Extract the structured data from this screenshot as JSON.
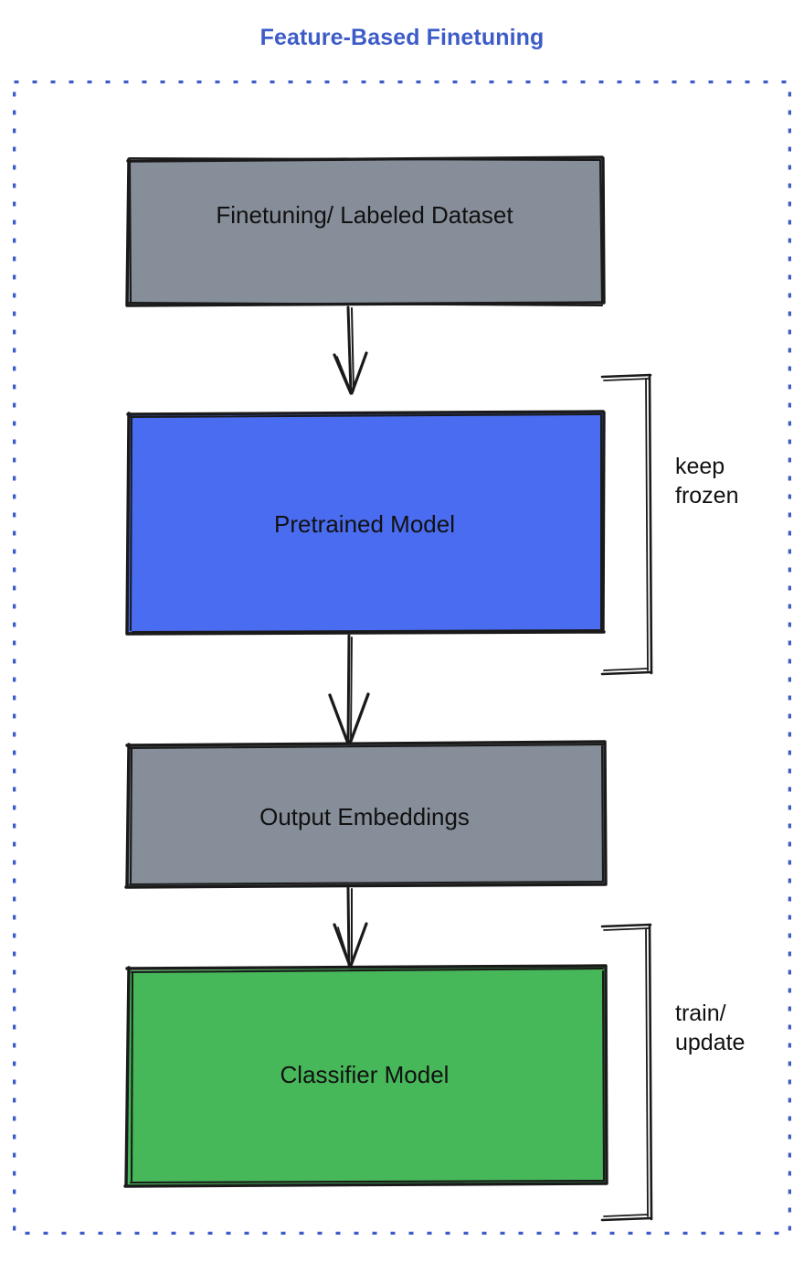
{
  "diagram": {
    "title": "Feature-Based Finetuning",
    "title_color": "#3d5cc8",
    "frame_color": "#3d5cc8",
    "background": "#ffffff",
    "nodes": [
      {
        "id": "dataset",
        "label": "Finetuning/ Labeled Dataset",
        "fill": "#868e99",
        "stroke": "#1a1a1a"
      },
      {
        "id": "pretrained",
        "label": "Pretrained Model",
        "fill": "#4a6cf0",
        "stroke": "#1a1a1a"
      },
      {
        "id": "embeddings",
        "label": "Output Embeddings",
        "fill": "#868e99",
        "stroke": "#1a1a1a"
      },
      {
        "id": "classifier",
        "label": "Classifier Model",
        "fill": "#47b85a",
        "stroke": "#1a1a1a"
      }
    ],
    "annotations": [
      {
        "id": "keep-frozen",
        "label": "keep\nfrozen",
        "target": "pretrained"
      },
      {
        "id": "train-update",
        "label": "train/\nupdate",
        "target": "classifier"
      }
    ],
    "edges": [
      {
        "from": "dataset",
        "to": "pretrained",
        "style": "arrow-down"
      },
      {
        "from": "pretrained",
        "to": "embeddings",
        "style": "arrow-down"
      },
      {
        "from": "embeddings",
        "to": "classifier",
        "style": "arrow-down"
      }
    ]
  },
  "chart_data": {
    "type": "diagram",
    "title": "Feature-Based Finetuning",
    "flow": [
      "Finetuning/ Labeled Dataset",
      "Pretrained Model",
      "Output Embeddings",
      "Classifier Model"
    ],
    "groups": [
      {
        "label": "keep frozen",
        "members": [
          "Pretrained Model"
        ]
      },
      {
        "label": "train/update",
        "members": [
          "Classifier Model"
        ]
      }
    ]
  }
}
